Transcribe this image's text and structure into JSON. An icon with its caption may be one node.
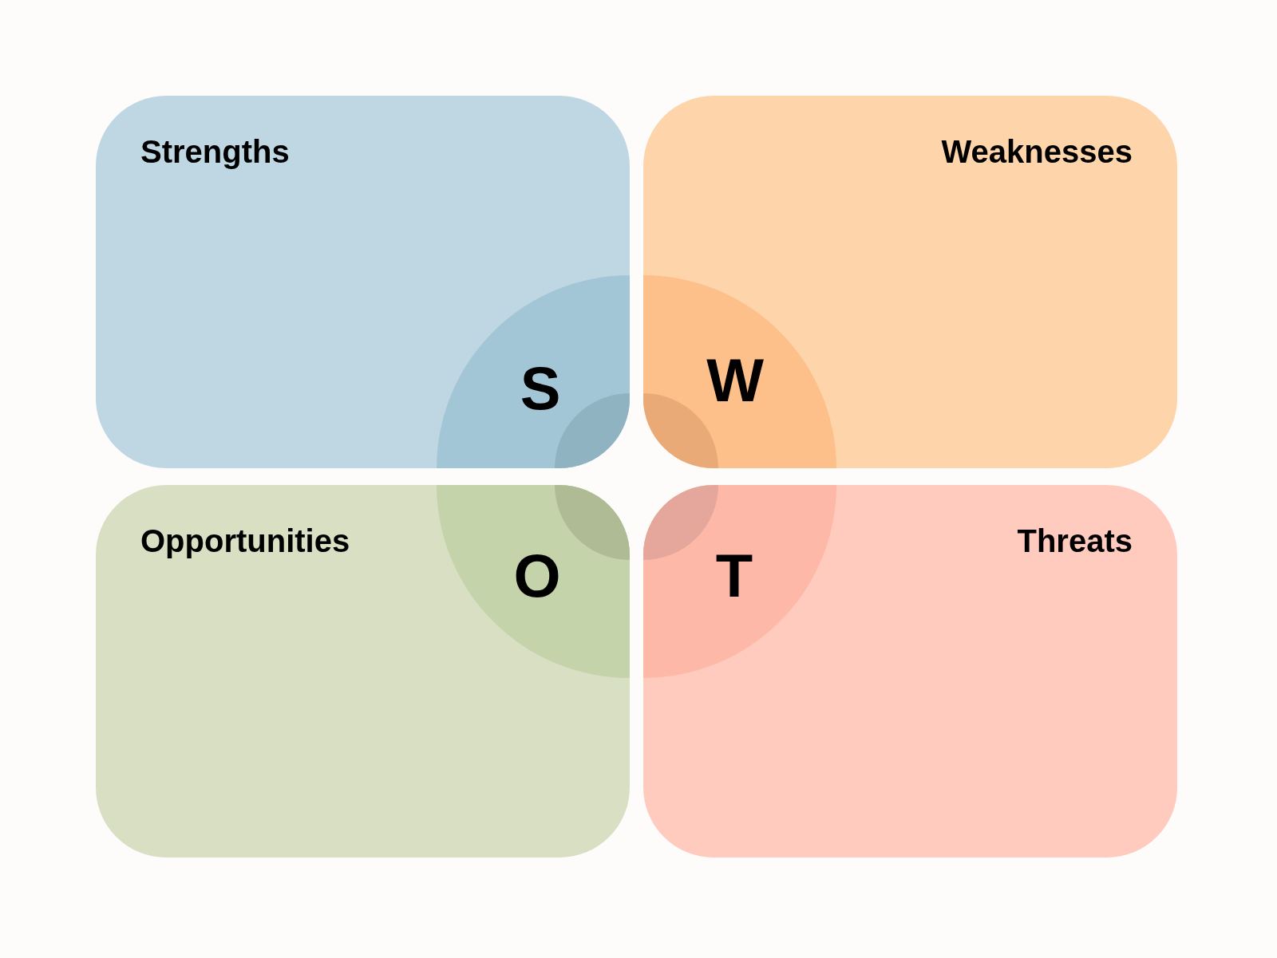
{
  "diagram": {
    "nodes": [
      {
        "text": [
          "Strengths"
        ]
      },
      {
        "text": [
          "S"
        ],
        "in": 0
      },
      {
        "text": [
          "Weaknesses"
        ]
      },
      {
        "text": [
          "W"
        ],
        "in": 2
      },
      {
        "text": [
          "Opportunities"
        ]
      },
      {
        "text": [
          "O"
        ],
        "in": 4
      },
      {
        "text": [
          "Threats"
        ]
      },
      {
        "text": [
          "T"
        ],
        "in": 6
      }
    ]
  }
}
